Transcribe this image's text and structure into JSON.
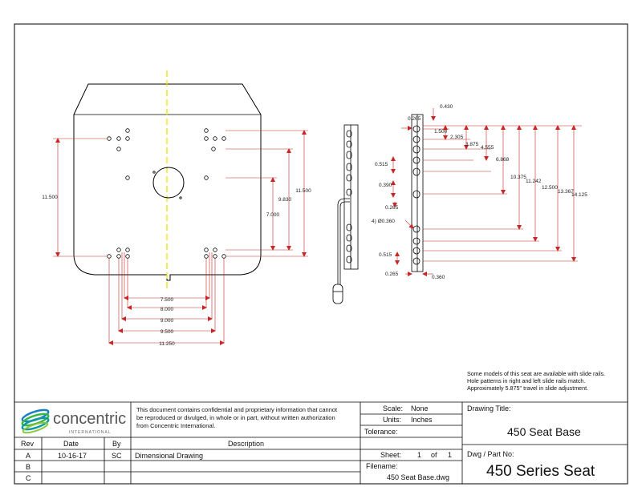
{
  "drawing": {
    "left_dims": [
      "11.500"
    ],
    "right_vert_dims": [
      "9.830",
      "11.500",
      "7.000"
    ],
    "bottom_dims": [
      "7.500",
      "8.000",
      "9.000",
      "9.500",
      "11.250"
    ],
    "rail_dims": [
      "0.430",
      "0.265",
      "1.500",
      "2.305",
      "3.875",
      "4.555",
      "6.868",
      "10.375",
      "11.242",
      "12.500",
      "13.367",
      "14.125",
      "0.515",
      "0.390",
      "0.265",
      "4) Ø0.360",
      "0.515",
      "0.265",
      "0.360"
    ]
  },
  "notes": [
    "Some models of this seat are available with slide rails.",
    "Hole patterns in right and left slide rails match.",
    "Approximately 5.875\" travel in slide adjustment."
  ],
  "title_block": {
    "logo_text": "concentric",
    "logo_sub": "INTERNATIONAL",
    "confidential": [
      "This document contains confidential and proprietary information that cannot",
      "be reproduced or divulged, in whole or in part, without written authorization",
      "from Concentric International."
    ],
    "scale_label": "Scale:",
    "scale_value": "None",
    "units_label": "Units:",
    "units_value": "Inches",
    "tolerance_label": "Tolerance:",
    "sheet_label": "Sheet:",
    "sheet_num": "1",
    "sheet_of": "of",
    "sheet_total": "1",
    "filename_label": "Filename:",
    "filename_value": "450 Seat Base.dwg",
    "drawing_title_label": "Drawing Title:",
    "drawing_title": "450 Seat Base",
    "part_no_label": "Dwg / Part No:",
    "part_no": "450 Series Seat",
    "rev_header": "Rev",
    "date_header": "Date",
    "by_header": "By",
    "desc_header": "Description",
    "revisions": [
      {
        "rev": "A",
        "date": "10-16-17",
        "by": "SC",
        "desc": "Dimensional Drawing"
      },
      {
        "rev": "B",
        "date": "",
        "by": "",
        "desc": ""
      },
      {
        "rev": "C",
        "date": "",
        "by": "",
        "desc": ""
      }
    ]
  },
  "colors": {
    "dimension": "#c62828",
    "centerline": "#e6e600",
    "border": "#000000"
  }
}
